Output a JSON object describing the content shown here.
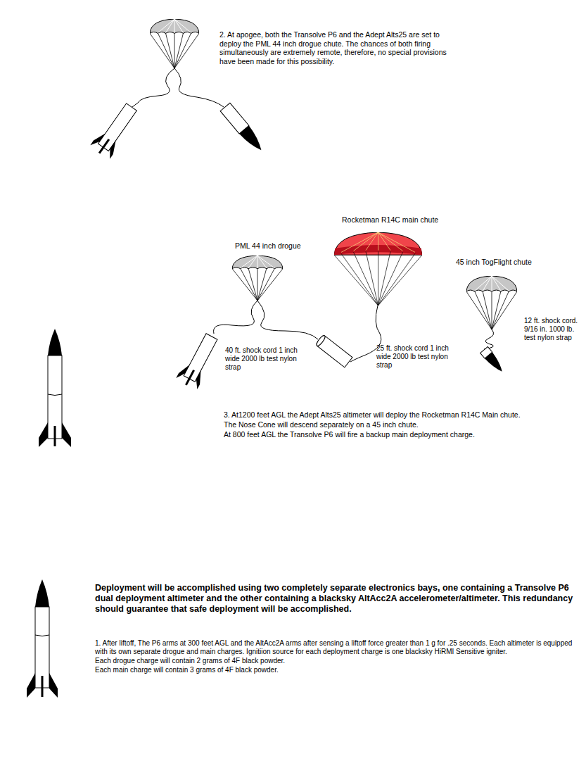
{
  "diagram": {
    "labels": [
      "2. At apogee, both the Transolve P6 and the Adept Alts25 are set to deploy the PML 44 inch drogue chute. The chances of both firing simultaneously are extremely remote, therefore, no special provisions have been made for this possibility.",
      "Rocketman R14C main chute",
      "PML 44 inch drogue",
      "45 inch TogFlight chute",
      "12 ft. shock cord. 9/16 in. 1000 lb. test nylon strap",
      "40 ft. shock cord 1 inch wide 2000 lb test nylon strap",
      "25 ft. shock cord 1 inch wide 2000 lb test nylon strap",
      "3. At1200 feet AGL the Adept Alts25 altimeter will deploy the Rocketman R14C Main chute.",
      "The Nose Cone will descend separately on a 45 inch chute.",
      "At 800 feet AGL the Transolve P6 will fire a backup main deployment charge.",
      "Deployment will be accomplished using two completely separate electronics bays, one containing a Transolve P6 dual deployment altimeter and the other containing a blacksky AltAcc2A accelerometer/altimeter. This redundancy should guarantee that safe deployment will be accomplished.",
      "1. After liftoff, The P6 arms at 300 feet AGL and the AltAcc2A arms after sensing a liftoff force greater than 1 g for .25 seconds. Each altimeter is equipped with its own separate drogue and main charges. Ignitiion source for each deployment charge is one blacksky HiRMI Sensitive igniter.",
      "Each drogue charge will contain 2 grams of 4F black powder.",
      "Each main charge will contain 3 grams of 4F black powder."
    ]
  }
}
